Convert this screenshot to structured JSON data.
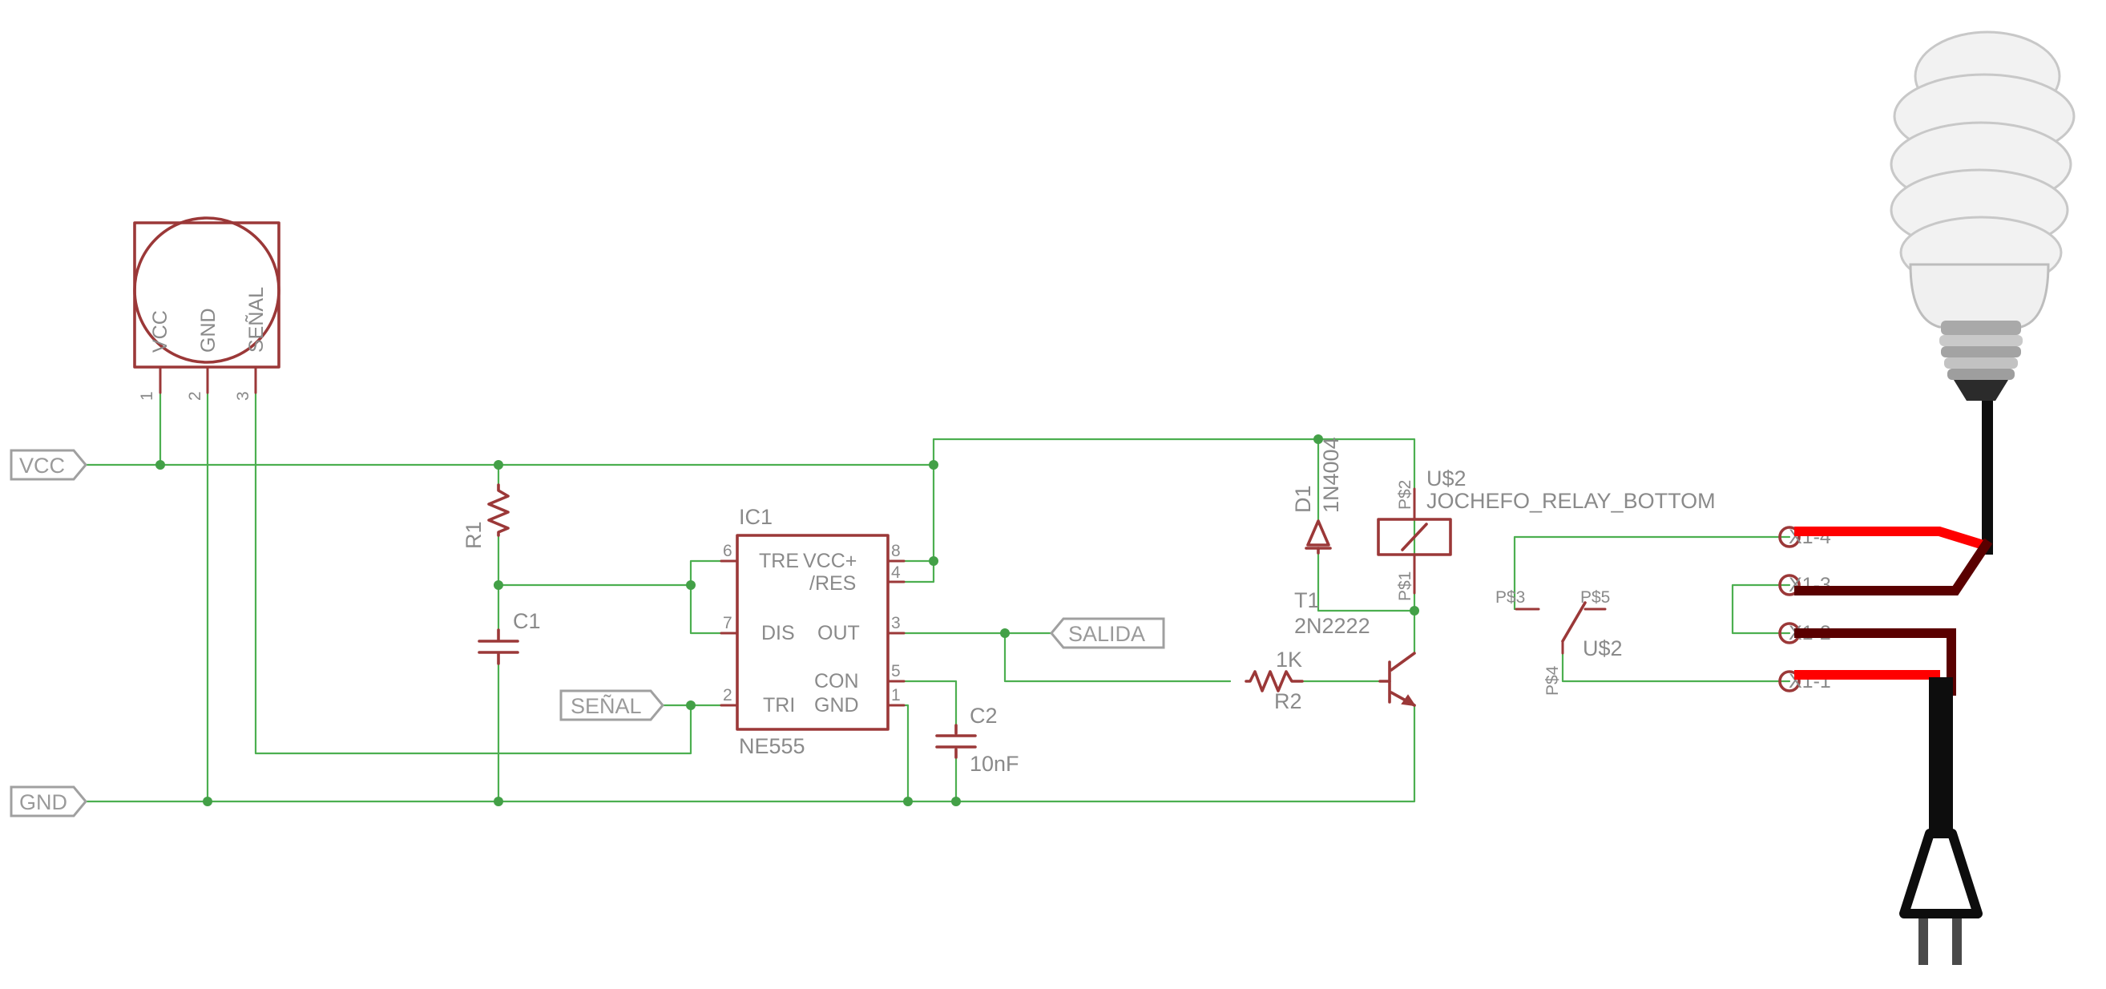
{
  "colors": {
    "wire": "#4caf50",
    "junction": "#43a047",
    "part": "#9b3838",
    "part_text": "#8a8a8a",
    "port": "#a0a0a0",
    "live": "#ff0000",
    "dark_live": "#5a0000",
    "cable": "#0d0d0d",
    "background": "#ffffff"
  },
  "ports": {
    "vcc": "VCC",
    "gnd": "GND",
    "senal": "SEÑAL",
    "salida": "SALIDA"
  },
  "sensor": {
    "pins": [
      "VCC",
      "GND",
      "SEÑAL"
    ],
    "pin_numbers": [
      "1",
      "2",
      "3"
    ]
  },
  "r1": {
    "name": "R1"
  },
  "c1": {
    "name": "C1"
  },
  "ic1": {
    "name": "IC1",
    "value": "NE555",
    "labels": {
      "tre": "TRE",
      "vcc": "VCC+",
      "res": "/RES",
      "dis": "DIS",
      "out": "OUT",
      "con": "CON",
      "tri": "TRI",
      "gnd": "GND"
    },
    "pin_numbers": {
      "p6": "6",
      "p7": "7",
      "p2": "2",
      "p8": "8",
      "p4": "4",
      "p3": "3",
      "p5": "5",
      "p1": "1"
    }
  },
  "c2": {
    "name": "C2",
    "value": "10nF"
  },
  "d1": {
    "name": "D1",
    "value": "1N4004"
  },
  "r2": {
    "name": "R2",
    "value": "1K"
  },
  "t1": {
    "name": "T1",
    "value": "2N2222"
  },
  "relay": {
    "name": "U$2",
    "value": "JOCHEFO_RELAY_BOTTOM",
    "coil_pins": [
      "P$2",
      "P$1"
    ],
    "switch_name": "U$2",
    "switch_pins": [
      "P$3",
      "P$5",
      "P$4"
    ],
    "terminals": [
      "X1-4",
      "X1-3",
      "X1-2",
      "X1-1"
    ]
  },
  "icons": [
    "light-bulb-icon",
    "power-plug-icon"
  ]
}
